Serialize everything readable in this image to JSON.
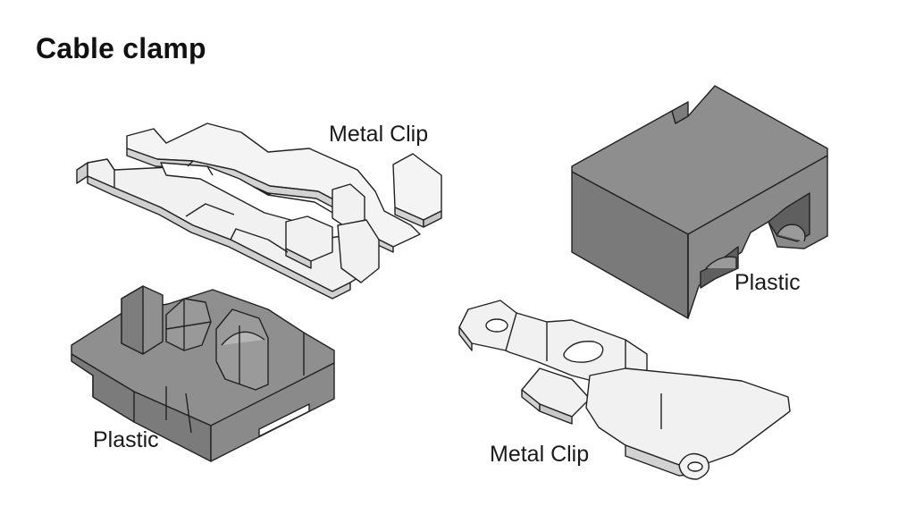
{
  "title": "Cable clamp",
  "labels": {
    "metal_clip_top": "Metal Clip",
    "plastic_right": "Plastic",
    "plastic_left": "Plastic",
    "metal_clip_bottom": "Metal Clip"
  },
  "colors": {
    "metal_face": "#f1f1f1",
    "metal_side": "#d2d2d2",
    "plastic_top": "#8d8d8d",
    "plastic_side": "#7a7a7a",
    "plastic_dark": "#6a6a6a",
    "outline": "#222222"
  }
}
